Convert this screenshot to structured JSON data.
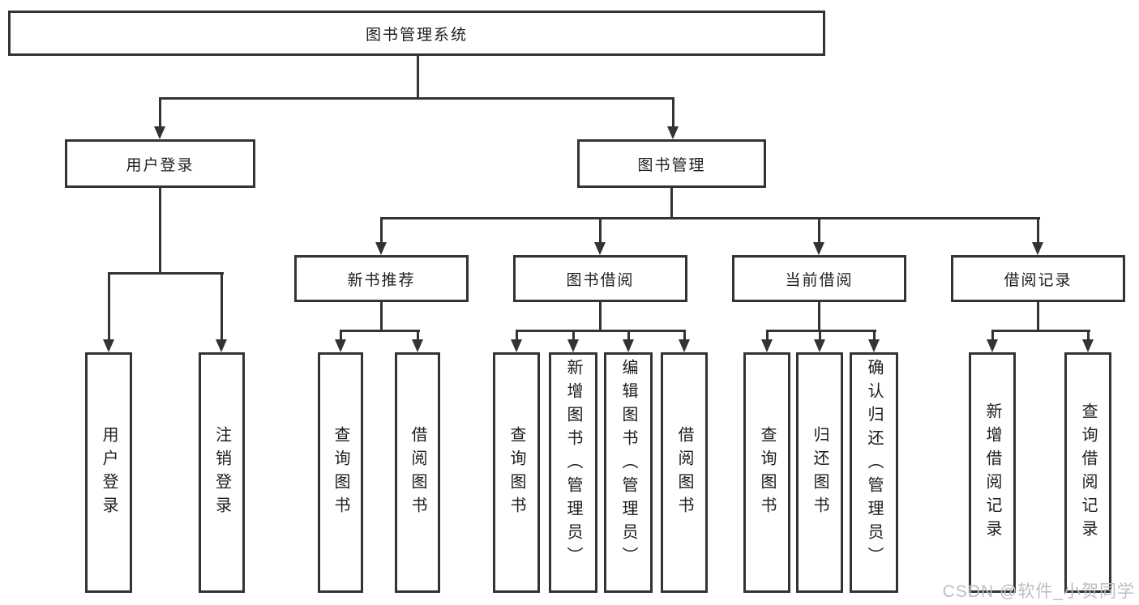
{
  "nodes": {
    "root": {
      "label": "图书管理系统"
    },
    "user_login": {
      "label": "用户登录"
    },
    "book_mgmt": {
      "label": "图书管理"
    },
    "new_book_rec": {
      "label": "新书推荐"
    },
    "book_borrow": {
      "label": "图书借阅"
    },
    "current_borrow": {
      "label": "当前借阅"
    },
    "borrow_records": {
      "label": "借阅记录"
    },
    "leaf_user_login": {
      "label": "用户登录"
    },
    "leaf_logout": {
      "label": "注销登录"
    },
    "rec_query_books": {
      "label": "查询图书"
    },
    "rec_borrow_books": {
      "label": "借阅图书"
    },
    "bb_query_books": {
      "label": "查询图书"
    },
    "bb_add_books": {
      "label": "新增图书（管理员）"
    },
    "bb_edit_books": {
      "label": "编辑图书（管理员）"
    },
    "bb_borrow_books": {
      "label": "借阅图书"
    },
    "cb_query_books": {
      "label": "查询图书"
    },
    "cb_return_books": {
      "label": "归还图书"
    },
    "cb_confirm_return": {
      "label": "确认归还（管理员）"
    },
    "br_add_record": {
      "label": "新增借阅记录"
    },
    "br_query_record": {
      "label": "查询借阅记录"
    }
  },
  "watermark": {
    "text": "CSDN @软件_小贺同学"
  },
  "colors": {
    "line": "#333333",
    "text": "#1d1d1d",
    "watermark": "#b9bec6",
    "background": "#ffffff"
  }
}
